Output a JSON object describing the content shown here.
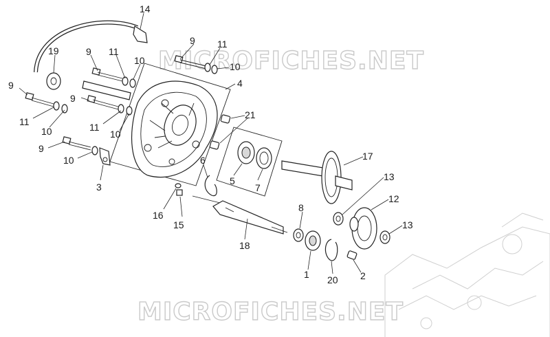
{
  "watermark": {
    "text_top": "MICROFICHES.NET",
    "text_bottom": "MICROFICHES.NET"
  },
  "callouts": {
    "c1": "1",
    "c2": "2",
    "c3": "3",
    "c4": "4",
    "c5": "5",
    "c6": "6",
    "c7": "7",
    "c8": "8",
    "c9a": "9",
    "c9b": "9",
    "c9c": "9",
    "c9d": "9",
    "c9e": "9",
    "c10a": "10",
    "c10b": "10",
    "c10c": "10",
    "c10d": "10",
    "c10e": "10",
    "c11a": "11",
    "c11b": "11",
    "c11c": "11",
    "c11d": "11",
    "c12": "12",
    "c13a": "13",
    "c13b": "13",
    "c14": "14",
    "c15": "15",
    "c16": "16",
    "c17": "17",
    "c18": "18",
    "c19": "19",
    "c20": "20",
    "c21": "21"
  },
  "colors": {
    "ink": "#222222",
    "watermark_stroke": "#c9c9c9",
    "background": "#ffffff"
  }
}
